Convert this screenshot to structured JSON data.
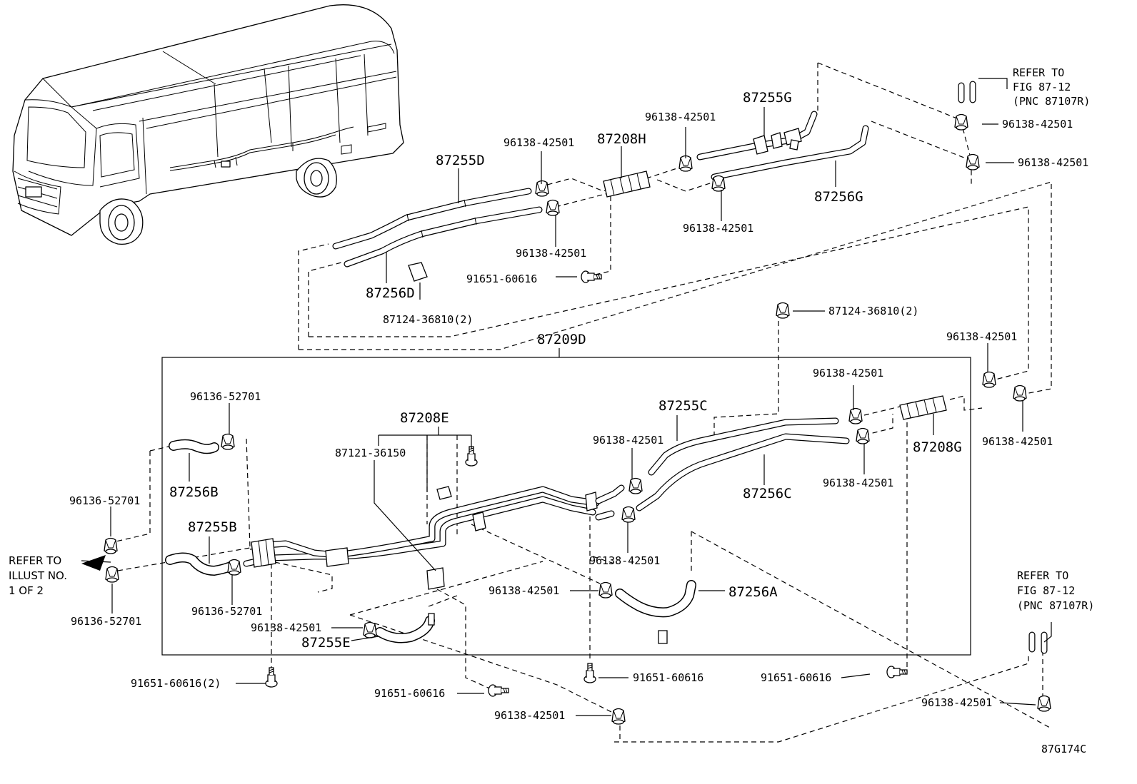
{
  "figure_code": "87G174C",
  "assembly_label": "87209D",
  "part_labels": {
    "p87255D": "87255D",
    "p87256D": "87256D",
    "p87124_top": "87124-36810(2)",
    "p96138_a": "96138-42501",
    "p96138_b": "96138-42501",
    "p91651_a": "91651-60616",
    "p87208H": "87208H",
    "p96138_c": "96138-42501",
    "p87255G": "87255G",
    "p96138_d": "96138-42501",
    "p87256G": "87256G",
    "p96138_e": "96138-42501",
    "p96138_f": "96138-42501",
    "p87124_mid": "87124-36810(2)",
    "p96138_g": "96138-42501",
    "p96138_h": "96138-42501",
    "p96138_i": "96138-42501",
    "p87208G": "87208G",
    "p96138_j": "96138-42501",
    "p87255C": "87255C",
    "p96138_k": "96138-42501",
    "p87256C": "87256C",
    "p96138_l": "96138-42501",
    "p96136_a": "96136-52701",
    "p87256B": "87256B",
    "p96136_b": "96136-52701",
    "p87255B": "87255B",
    "p96136_c": "96136-52701",
    "p96136_d": "96136-52701",
    "p87208E": "87208E",
    "p87121": "87121-36150",
    "p96138_m": "96138-42501",
    "p87256A": "87256A",
    "p96138_n": "96138-42501",
    "p87255E": "87255E",
    "p91651_b": "91651-60616(2)",
    "p91651_c": "91651-60616",
    "p91651_d": "91651-60616",
    "p91651_e": "91651-60616",
    "p96138_o": "96138-42501",
    "p96138_p": "96138-42501"
  },
  "notes": {
    "refer_top": [
      "REFER TO",
      "FIG 87-12",
      "(PNC 87107R)"
    ],
    "refer_bottom": [
      "REFER TO",
      "FIG 87-12",
      "(PNC 87107R)"
    ],
    "refer_left": [
      "REFER TO",
      "ILLUST NO.",
      "1 OF 2"
    ]
  }
}
